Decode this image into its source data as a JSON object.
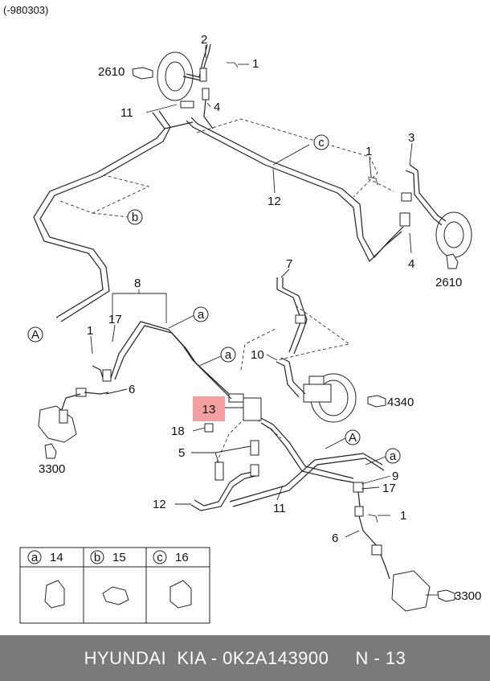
{
  "header": {
    "code": "(-980303)"
  },
  "callouts": {
    "c1a": "1",
    "c2": "2",
    "c2610a": "2610",
    "c11a": "11",
    "c4a": "4",
    "cC": "c",
    "c1b": "1",
    "c3": "3",
    "c12a": "12",
    "cB": "b",
    "c4b": "4",
    "c2610b": "2610",
    "c7": "7",
    "c8": "8",
    "cA1": "A",
    "ca1": "a",
    "c1c": "1",
    "c17a": "17",
    "ca2": "a",
    "c10": "10",
    "c6a": "6",
    "c13": "13",
    "c4340": "4340",
    "c18": "18",
    "c5": "5",
    "cA2": "A",
    "ca3": "a",
    "c3300a": "3300",
    "c9": "9",
    "c17b": "17",
    "c12b": "12",
    "c11b": "11",
    "c1d": "1",
    "c6b": "6",
    "c3300b": "3300"
  },
  "legend": {
    "items": [
      {
        "letter": "a",
        "part": "14"
      },
      {
        "letter": "b",
        "part": "15"
      },
      {
        "letter": "c",
        "part": "16"
      }
    ]
  },
  "footer": {
    "text": "HYUNDAI  KIA - 0K2A143900     N - 13"
  }
}
